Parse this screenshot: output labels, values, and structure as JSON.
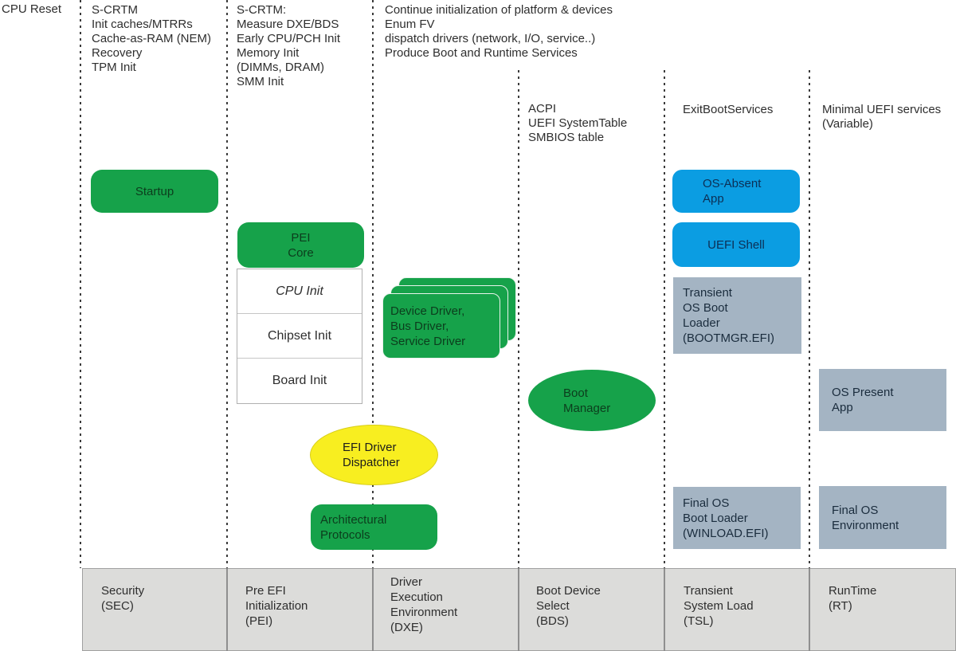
{
  "diagram_title": "UEFI boot phases flow",
  "colors": {
    "green": "#16a24a",
    "blue": "#0b9de2",
    "slate": "#a4b4c3",
    "yellow": "#f8ee20",
    "phase_bar": "#dcdcda",
    "text": "#2e2e2e"
  },
  "annotations": {
    "cpu_reset": "CPU Reset",
    "sec": "S-CRTM\nInit caches/MTRRs\nCache-as-RAM (NEM)\nRecovery\nTPM Init",
    "pei": "S-CRTM:\nMeasure DXE/BDS\nEarly CPU/PCH Init\nMemory Init\n(DIMMs, DRAM)\nSMM Init",
    "dxe": "Continue initialization of platform & devices\nEnum FV\ndispatch drivers (network, I/O, service..)\nProduce Boot and Runtime Services",
    "bds": "ACPI\nUEFI SystemTable\nSMBIOS table",
    "tsl": "ExitBootServices",
    "rt": "Minimal UEFI services\n(Variable)"
  },
  "boxes": {
    "startup": "Startup",
    "pei_core": "PEI\nCore",
    "cpu_init": "CPU Init",
    "chipset_init": "Chipset Init",
    "board_init": "Board Init",
    "drivers": "Device Driver,\nBus Driver,\nService Driver",
    "boot_manager": "Boot\nManager",
    "efi_driver_dispatcher": "EFI Driver\nDispatcher",
    "architectural_protocols": "Architectural\nProtocols",
    "os_absent_app": "OS-Absent\nApp",
    "uefi_shell": "UEFI Shell",
    "transient_os_boot_loader": "Transient\nOS Boot\nLoader\n(BOOTMGR.EFI)",
    "os_present_app": "OS Present\nApp",
    "final_os_boot_loader": "Final OS\nBoot Loader\n(WINLOAD.EFI)",
    "final_os_environment": "Final OS\nEnvironment"
  },
  "phases": {
    "sec": "Security\n(SEC)",
    "pei": "Pre EFI\nInitialization\n(PEI)",
    "dxe": "Driver\nExecution\nEnvironment\n(DXE)",
    "bds": "Boot Device\nSelect\n(BDS)",
    "tsl": "Transient\nSystem Load\n(TSL)",
    "rt": "RunTime\n(RT)"
  }
}
